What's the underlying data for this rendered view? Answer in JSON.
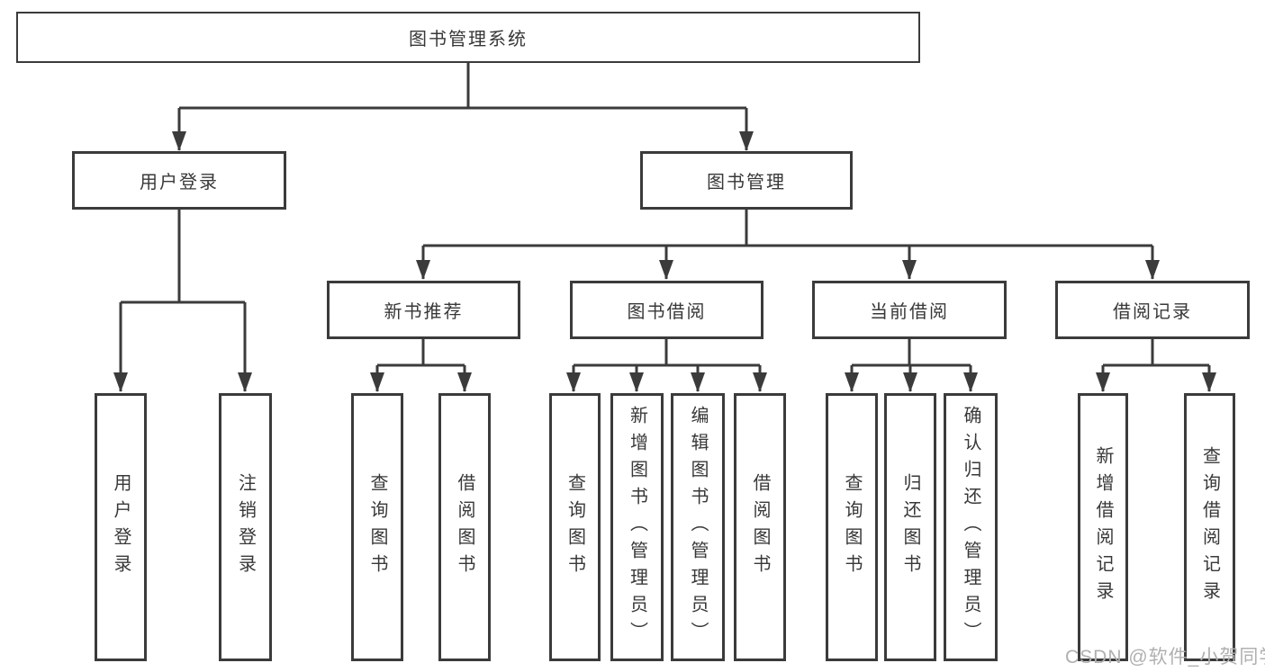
{
  "colors": {
    "line": "#3b3b3b",
    "text": "#383838",
    "watermark": "#b0b0b0",
    "background": "#ffffff"
  },
  "watermark": {
    "text": "CSDN @软件_小贺同学"
  },
  "tree": {
    "root": "图书管理系统",
    "branches": [
      {
        "label": "用户登录",
        "children": [
          "用户登录",
          "注销登录"
        ]
      },
      {
        "label": "图书管理",
        "children": [
          {
            "label": "新书推荐",
            "children": [
              "查询图书",
              "借阅图书"
            ]
          },
          {
            "label": "图书借阅",
            "children": [
              "查询图书",
              "新增图书（管理员）",
              "编辑图书（管理员）",
              "借阅图书"
            ]
          },
          {
            "label": "当前借阅",
            "children": [
              "查询图书",
              "归还图书",
              "确认归还（管理员）"
            ]
          },
          {
            "label": "借阅记录",
            "children": [
              "新增借阅记录",
              "查询借阅记录"
            ]
          }
        ]
      }
    ]
  }
}
